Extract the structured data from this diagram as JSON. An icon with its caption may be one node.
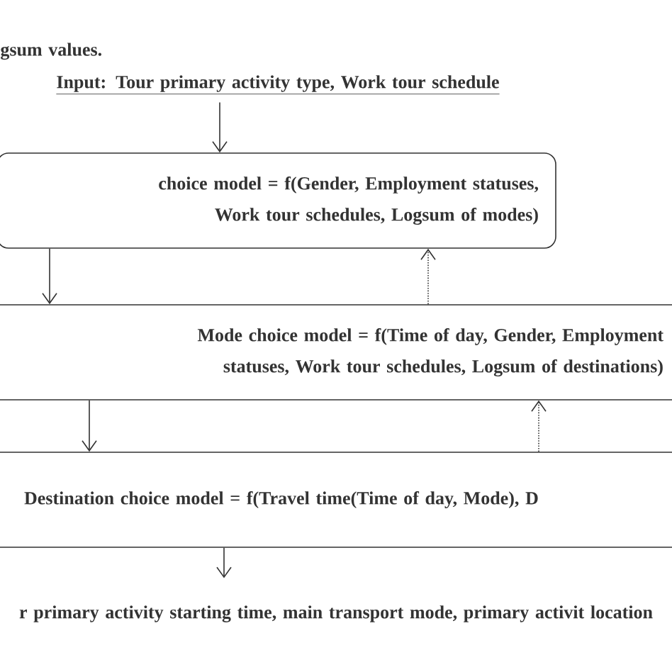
{
  "diagram": {
    "nodes": [
      {
        "text": [
          "Input: Tour primary activity type, Work tour schedule"
        ]
      },
      {
        "text": [
          "choice model = f(Gender, Employment statuses, Work tour schedules, Logsum of modes)"
        ]
      },
      {
        "text": [
          "Mode choice model = f(Time of day, Gender, Employment statuses, Work tour schedules, Logsum of destinations)"
        ]
      },
      {
        "text": [
          "Destination choice model = f(Travel time(Time of day, Mode), D"
        ]
      },
      {
        "text": [
          "r primary activity starting time, main transport mode, primary activit location"
        ]
      }
    ],
    "edges": [
      {
        "from": 0,
        "to": 1,
        "arrow": "to"
      },
      {
        "from": 1,
        "to": 2,
        "arrow": "to"
      },
      {
        "from": 2,
        "to": 1,
        "arrow": "to",
        "style": "dashed"
      },
      {
        "from": 2,
        "to": 3,
        "arrow": "to"
      },
      {
        "from": 3,
        "to": 2,
        "arrow": "to",
        "style": "dashed"
      },
      {
        "from": 3,
        "to": 4,
        "arrow": "to"
      }
    ],
    "labels": [
      "gsum values."
    ]
  }
}
